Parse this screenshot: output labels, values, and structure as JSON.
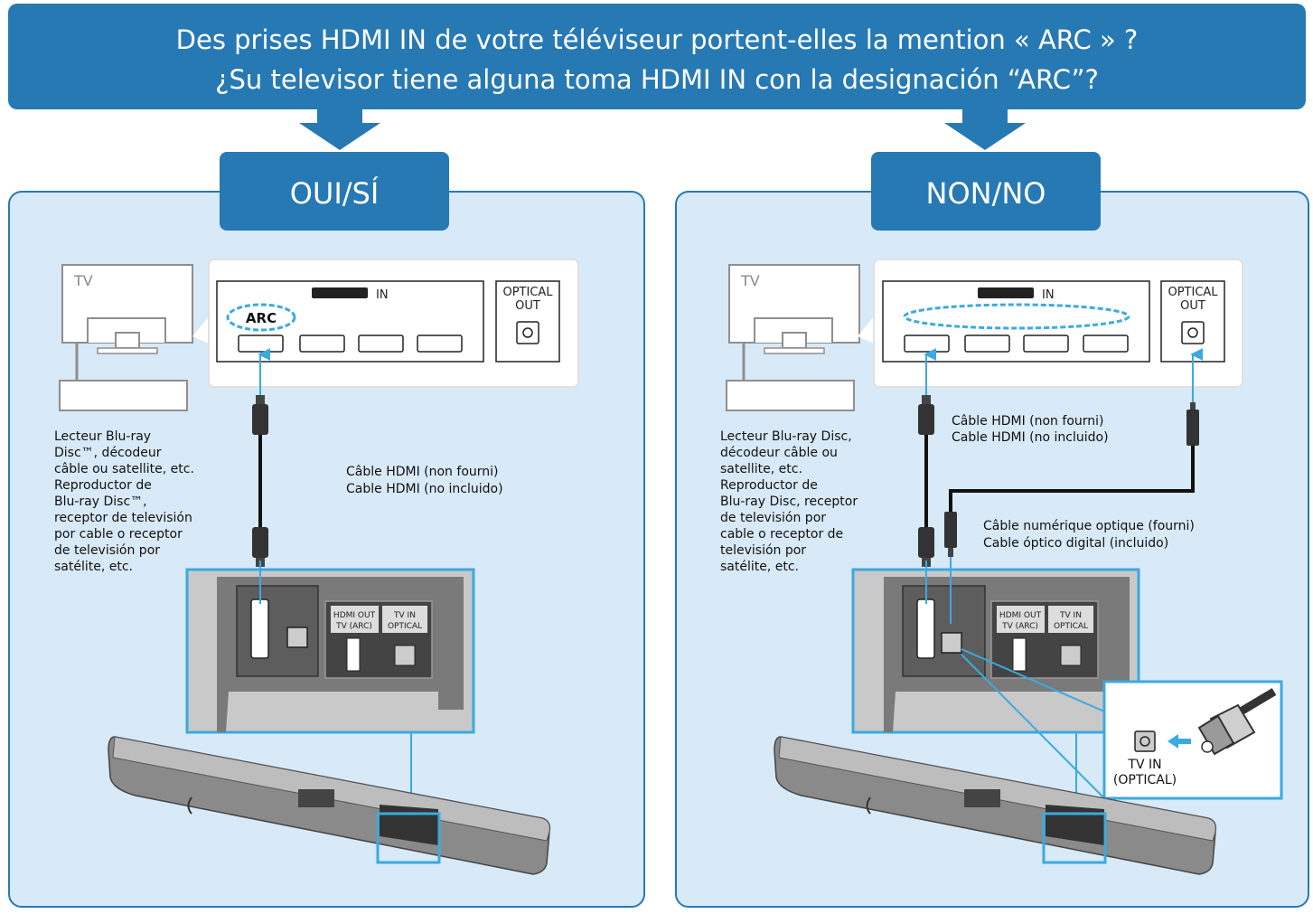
{
  "header": {
    "line1": "Des prises HDMI IN de votre téléviseur portent-elles la mention « ARC » ?",
    "line2": "¿Su televisor tiene alguna toma HDMI IN con la designación “ARC”?"
  },
  "yes_panel": {
    "title": "OUI/SÍ",
    "tv_label": "TV",
    "hdmi_in_label": "IN",
    "arc_label": "ARC",
    "optical_out": [
      "OPTICAL",
      "OUT"
    ],
    "player_desc": [
      "Lecteur Blu-ray",
      "Disc™, décodeur",
      "câble ou satellite, etc.",
      "Reproductor de",
      "Blu-ray Disc™,",
      "receptor de televisión",
      "por cable o receptor",
      "de televisión por",
      "satélite, etc."
    ],
    "hdmi_cable": [
      "Câble HDMI (non fourni)",
      "Cable HDMI (no incluido)"
    ],
    "hdmi_out_label": [
      "HDMI OUT",
      "TV (ARC)"
    ],
    "tv_in_label": [
      "TV IN",
      "OPTICAL"
    ]
  },
  "no_panel": {
    "title": "NON/NO",
    "tv_label": "TV",
    "hdmi_in_label": "IN",
    "optical_out": [
      "OPTICAL",
      "OUT"
    ],
    "player_desc": [
      "Lecteur Blu-ray Disc,",
      "décodeur câble ou",
      "satellite, etc.",
      "Reproductor de",
      "Blu-ray Disc, receptor",
      "de televisión por",
      "cable o receptor de",
      "televisión por",
      "satélite, etc."
    ],
    "hdmi_cable": [
      "Câble HDMI (non fourni)",
      "Cable HDMI (no incluido)"
    ],
    "optical_cable": [
      "Câble numérique optique (fourni)",
      "Cable óptico digital (incluido)"
    ],
    "hdmi_out_label": [
      "HDMI OUT",
      "TV (ARC)"
    ],
    "tv_in_label": [
      "TV IN",
      "OPTICAL"
    ],
    "inset_label": [
      "TV IN",
      "(OPTICAL)"
    ]
  },
  "colors": {
    "header_blue": "#2779b4",
    "panel_bg": "#d8e9f7",
    "accent_cyan": "#3aaae0"
  }
}
